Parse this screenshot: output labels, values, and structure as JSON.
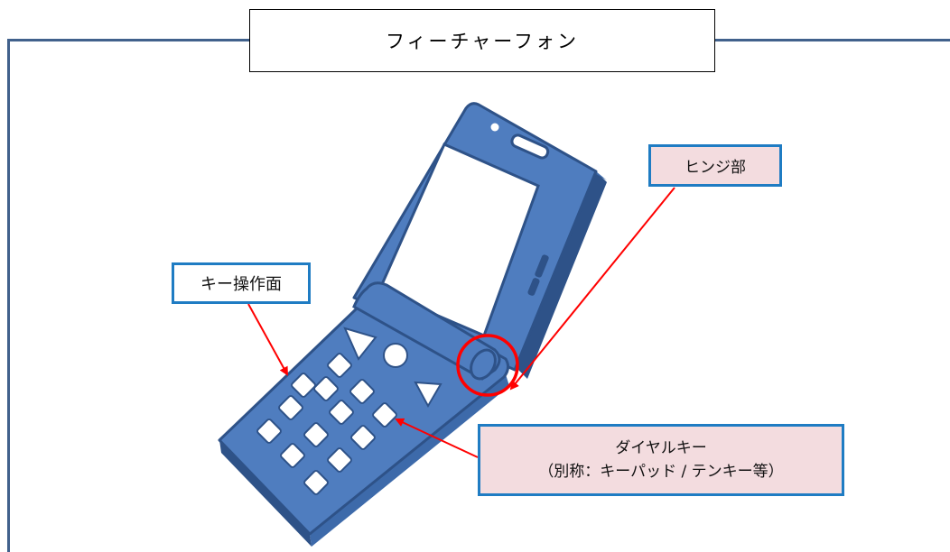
{
  "diagram": {
    "title": "フィーチャーフォン",
    "labels": {
      "key_panel": "キー操作面",
      "hinge": "ヒンジ部",
      "dial_key_line1": "ダイヤルキー",
      "dial_key_line2": "（別称：キーパッド / テンキー等）"
    }
  },
  "colors": {
    "frame": "#41618c",
    "phone_body": "#4f7dbf",
    "phone_outline": "#2e5288",
    "arrow": "#ff0000",
    "callout_border": "#1f7cc3",
    "callout_fill": "#f3dcdf"
  }
}
